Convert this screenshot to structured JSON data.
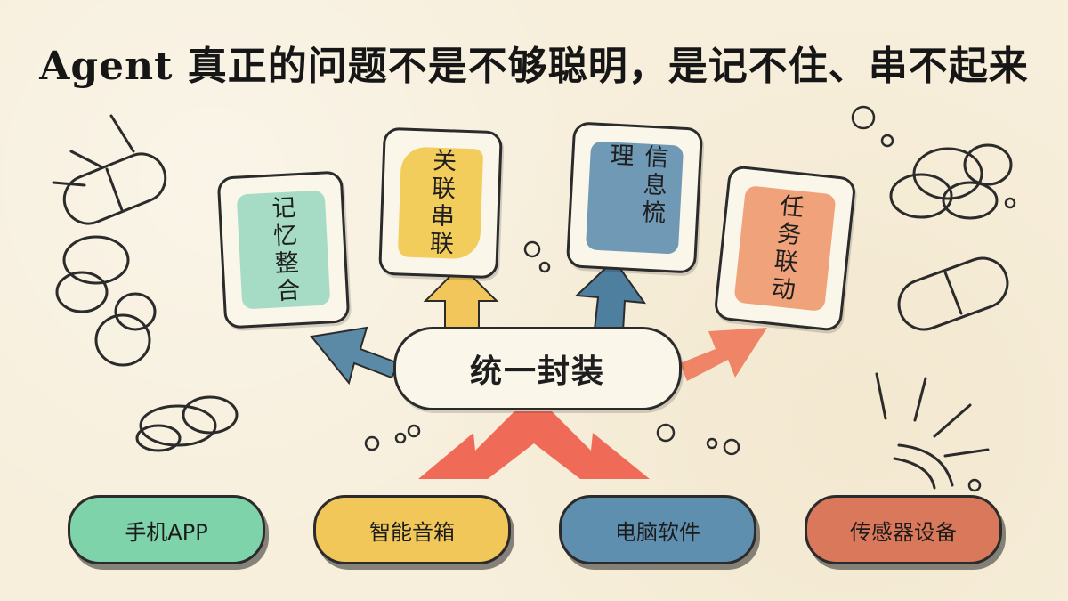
{
  "title": "Agent 真正的问题不是不够聪明，是记不住、串不起来",
  "hub": {
    "label": "统一封装"
  },
  "capabilities": [
    {
      "label": "记忆整合",
      "color": "#a6dcc6"
    },
    {
      "label": "关联串联",
      "color": "#f3cd5c"
    },
    {
      "label": "信息梳理",
      "color": "#6f99b4"
    },
    {
      "label": "任务联动",
      "color": "#f0a27a"
    }
  ],
  "devices": [
    {
      "label": "手机APP",
      "color": "#7fd3aa"
    },
    {
      "label": "智能音箱",
      "color": "#f2c75a"
    },
    {
      "label": "电脑软件",
      "color": "#5f8fae"
    },
    {
      "label": "传感器设备",
      "color": "#d9785a"
    }
  ],
  "arrow_colors": {
    "teal": "#5a8aa6",
    "yellow": "#f2c65a",
    "blue": "#4f7f9f",
    "orange": "#ef8566",
    "red": "#ef6b57"
  }
}
